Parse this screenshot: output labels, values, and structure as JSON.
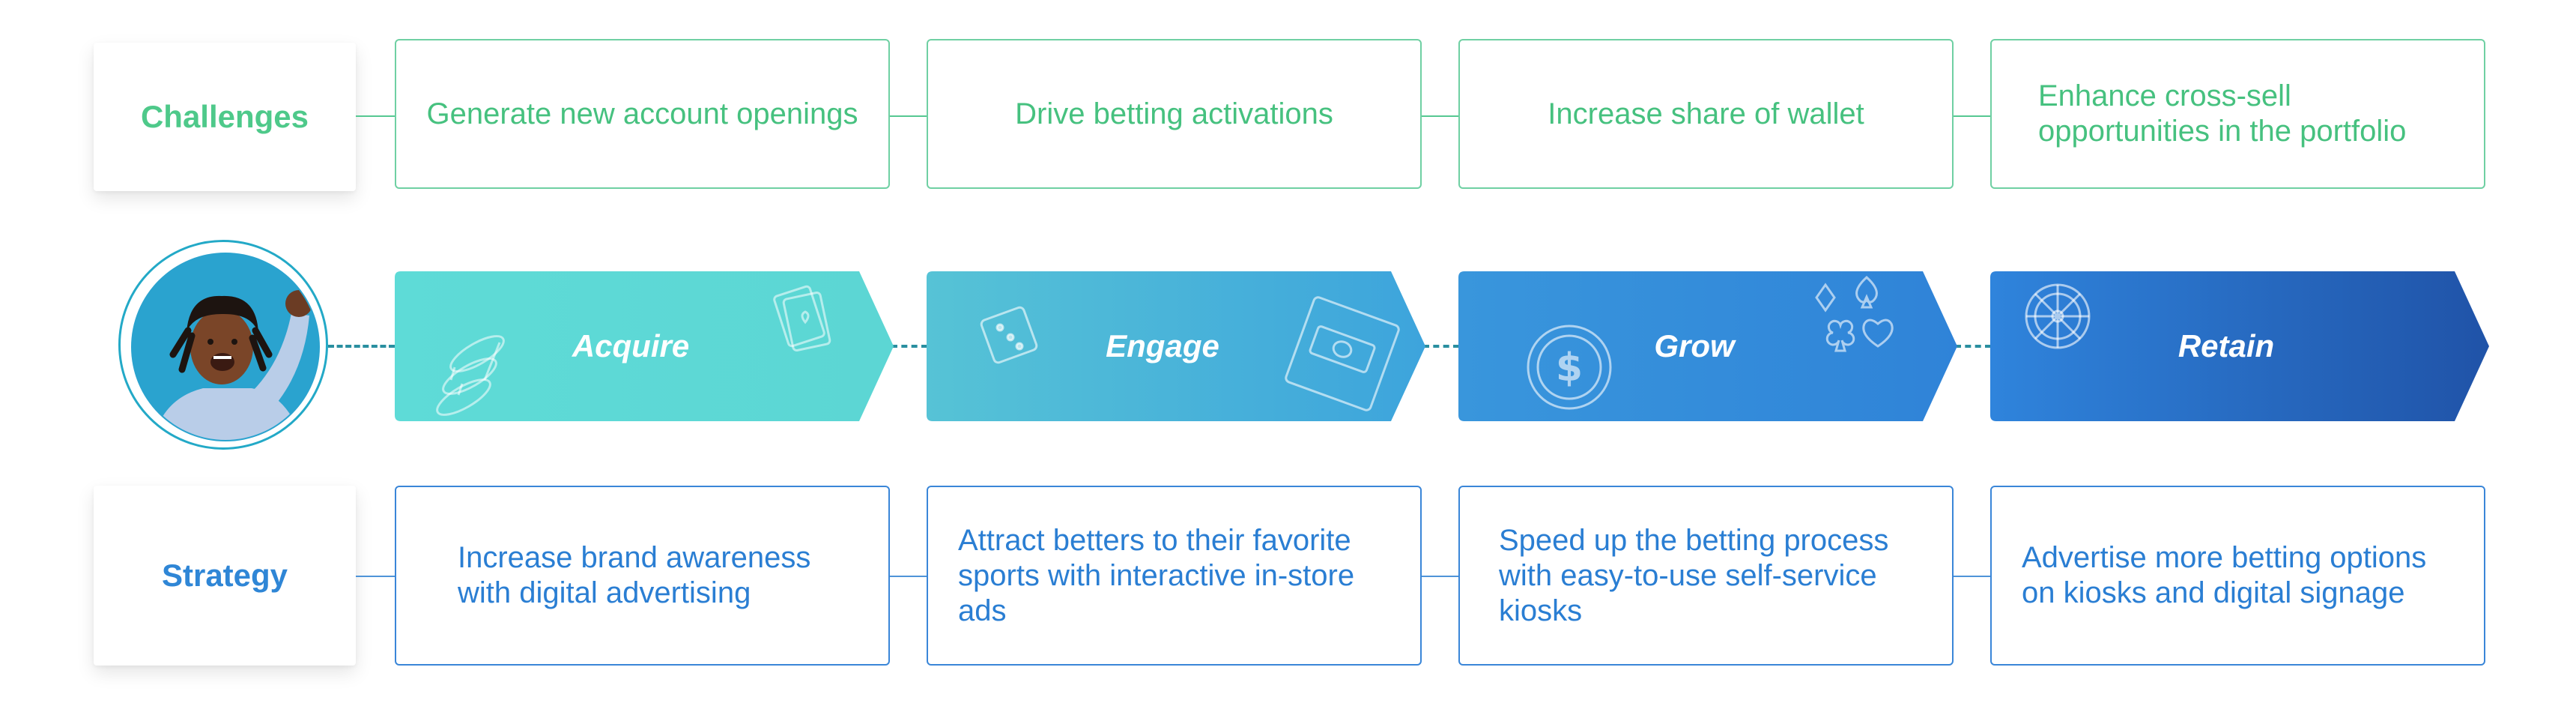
{
  "rows": {
    "challenges_label": "Challenges",
    "strategy_label": "Strategy"
  },
  "challenges": [
    {
      "text": "Generate new account openings"
    },
    {
      "text": "Drive betting activations"
    },
    {
      "text": "Increase share of wallet"
    },
    {
      "text": "Enhance cross-sell opportunities in the portfolio"
    }
  ],
  "stages": [
    {
      "label": "Acquire",
      "color_start": "#5edbd7",
      "color_end": "#5cd6d4",
      "icons": [
        "coin-stack-icon",
        "playing-cards-icon"
      ]
    },
    {
      "label": "Engage",
      "color_start": "#56c3d6",
      "color_end": "#3da4dc",
      "icons": [
        "dice-icon",
        "cash-icon"
      ]
    },
    {
      "label": "Grow",
      "color_start": "#3996dc",
      "color_end": "#2f83d8",
      "icons": [
        "dollar-coin-icon",
        "card-suits-icon"
      ]
    },
    {
      "label": "Retain",
      "color_start": "#2f84dc",
      "color_end": "#2053a8",
      "icons": [
        "roulette-wheel-icon"
      ]
    }
  ],
  "strategy": [
    {
      "text": "Increase brand awareness with digital advertising"
    },
    {
      "text": "Attract betters to their favorite sports with interactive in-store ads"
    },
    {
      "text": "Speed up the betting process with easy-to-use self-service kiosks"
    },
    {
      "text": "Advertise more betting options on kiosks and digital signage"
    }
  ],
  "colors": {
    "challenge_text": "#46c17f",
    "strategy_text": "#2a7ed3",
    "dashed_connector": "#2a8fa0"
  }
}
